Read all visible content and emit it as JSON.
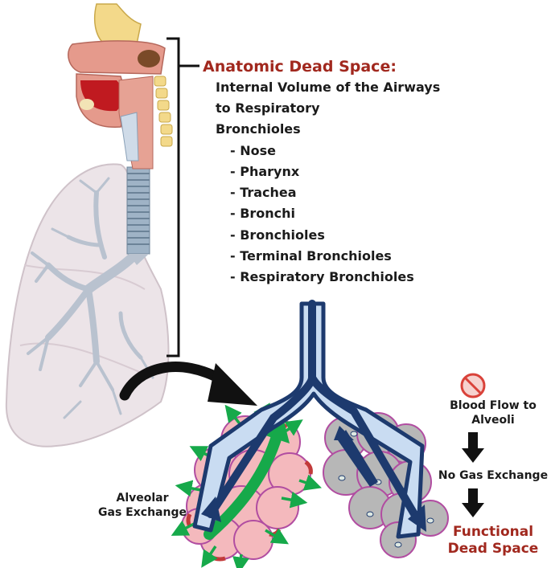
{
  "anatomic": {
    "title": "Anatomic Dead Space:",
    "description_lines": [
      "Internal Volume of the Airways",
      "to Respiratory",
      "Bronchioles"
    ],
    "list": [
      "- Nose",
      "- Pharynx",
      "- Trachea",
      "- Bronchi",
      "- Bronchioles",
      "- Terminal Bronchioles",
      "- Respiratory Bronchioles"
    ]
  },
  "alveolar": {
    "line1": "Alveolar",
    "line2": "Gas Exchange"
  },
  "flow": {
    "blood_line1": "Blood Flow to",
    "blood_line2": "Alveoli",
    "no_exchange": "No Gas Exchange",
    "functional_line1": "Functional",
    "functional_line2": "Dead Space"
  },
  "icons": {
    "prohibited": "no-symbol-icon",
    "down_arrow": "down-arrow-icon"
  },
  "colors": {
    "title_red": "#a1281e",
    "airway_blue": "#1d3a6e",
    "airway_fill": "#c9dcf2",
    "alveoli_pink": "#f4b9bd",
    "alveoli_gray": "#b7b7b7",
    "exchange_green": "#16a94a"
  }
}
